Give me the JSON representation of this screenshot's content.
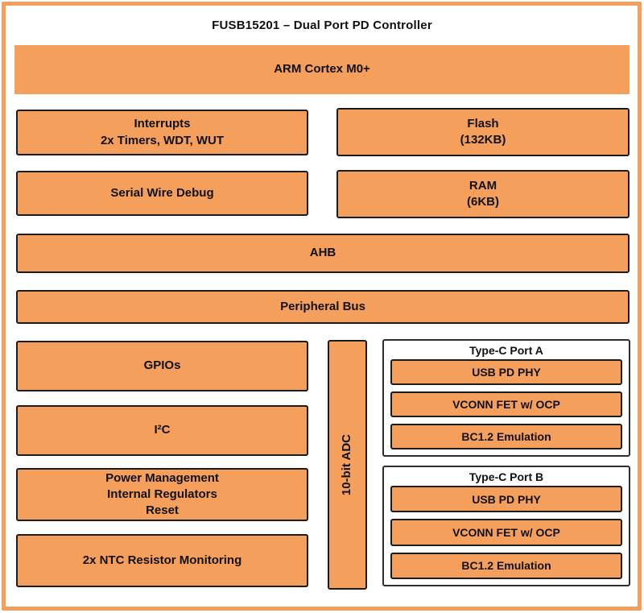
{
  "title": "FUSB15201 – Dual Port PD Controller",
  "colors": {
    "block_fill": "#F4A05C",
    "block_border": "#1C1C1C",
    "outer_frame": "#F4A05C",
    "port_box_background": "#FFFFFF",
    "text": "#111111"
  },
  "blocks": {
    "arm": "ARM Cortex M0+",
    "interrupts": "Interrupts\n2x Timers, WDT, WUT",
    "flash": "Flash\n(132KB)",
    "serial_wire_debug": "Serial Wire Debug",
    "ram": "RAM\n(6KB)",
    "ahb": "AHB",
    "peripheral_bus": "Peripheral Bus",
    "gpios": "GPIOs",
    "i2c": "I²C",
    "power_management": "Power Management\nInternal Regulators\nReset",
    "ntc_monitoring": "2x NTC Resistor Monitoring",
    "adc": "10-bit ADC",
    "port_a": {
      "title": "Type-C Port A",
      "items": [
        "USB PD PHY",
        "VCONN FET w/ OCP",
        "BC1.2 Emulation"
      ]
    },
    "port_b": {
      "title": "Type-C Port B",
      "items": [
        "USB PD PHY",
        "VCONN FET w/ OCP",
        "BC1.2 Emulation"
      ]
    }
  }
}
